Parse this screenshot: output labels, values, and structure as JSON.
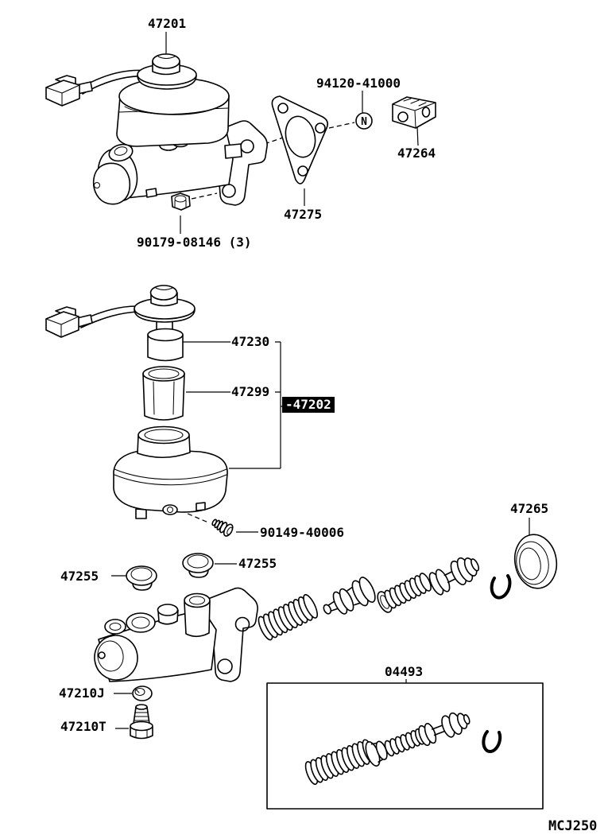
{
  "doc_type": "parts-catalog-exploded-diagram",
  "subject": "brake master cylinder",
  "labels": {
    "p47201": "47201",
    "p94120": "94120-41000",
    "p47264": "47264",
    "p47275": "47275",
    "p90179": "90179-08146 (3)",
    "p47230": "47230",
    "p47299": "47299",
    "p47202": "-47202",
    "p90149": "90149-40006",
    "p47255_right": "47255",
    "p47255_left": "47255",
    "p47265": "47265",
    "p47210J": "47210J",
    "p47210T": "47210T",
    "p04493": "04493"
  },
  "n_marker": "N",
  "footer_code": "MCJ250",
  "highlighted_part_id": "47202",
  "colors": {
    "ink": "#000000",
    "paper": "#ffffff",
    "highlight_bg": "#000000",
    "highlight_text": "#ffffff"
  }
}
